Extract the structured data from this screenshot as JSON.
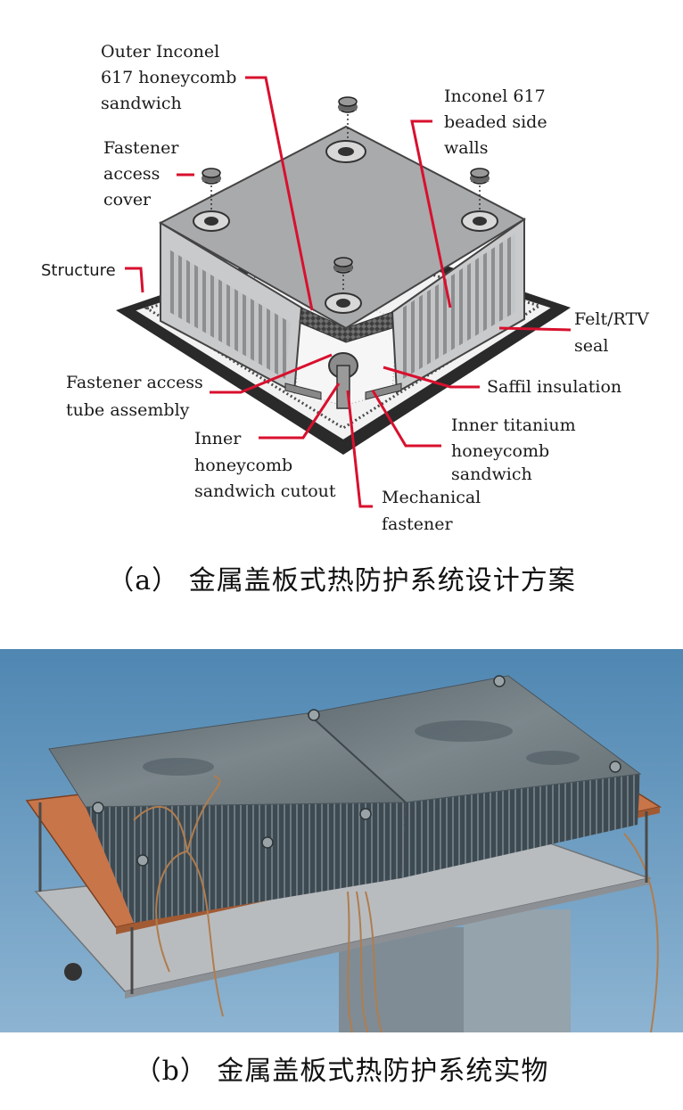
{
  "diagram": {
    "labels": {
      "outer_inconel": [
        "Outer Inconel",
        "617 honeycomb",
        "sandwich"
      ],
      "fastener_access_cover": [
        "Fastener",
        "access",
        "cover"
      ],
      "structure": "Structure",
      "fastener_tube": [
        "Fastener access",
        "tube assembly"
      ],
      "inner_cutout": [
        "Inner",
        "honeycomb",
        "sandwich cutout"
      ],
      "mechanical_fastener": [
        "Mechanical",
        "fastener"
      ],
      "inconel_side_walls": [
        "Inconel 617",
        "beaded side",
        "walls"
      ],
      "felt_rtv": [
        "Felt/RTV",
        "seal"
      ],
      "saffil": "Saffil insulation",
      "inner_titanium": [
        "Inner titanium",
        "honeycomb",
        "sandwich"
      ]
    },
    "colors": {
      "leader": "#d8102e",
      "panel_top": "#a9aaac",
      "panel_side": "#c9cacc",
      "base": "#2a2a2a"
    }
  },
  "captions": {
    "a": "（a） 金属盖板式热防护系统设计方案",
    "b": "（b） 金属盖板式热防护系统实物"
  },
  "photo": {
    "colors": {
      "background": "#5c8fb6",
      "panel": "#6f7a80",
      "copper": "#c8754a",
      "plate": "#b9bcbf"
    }
  }
}
